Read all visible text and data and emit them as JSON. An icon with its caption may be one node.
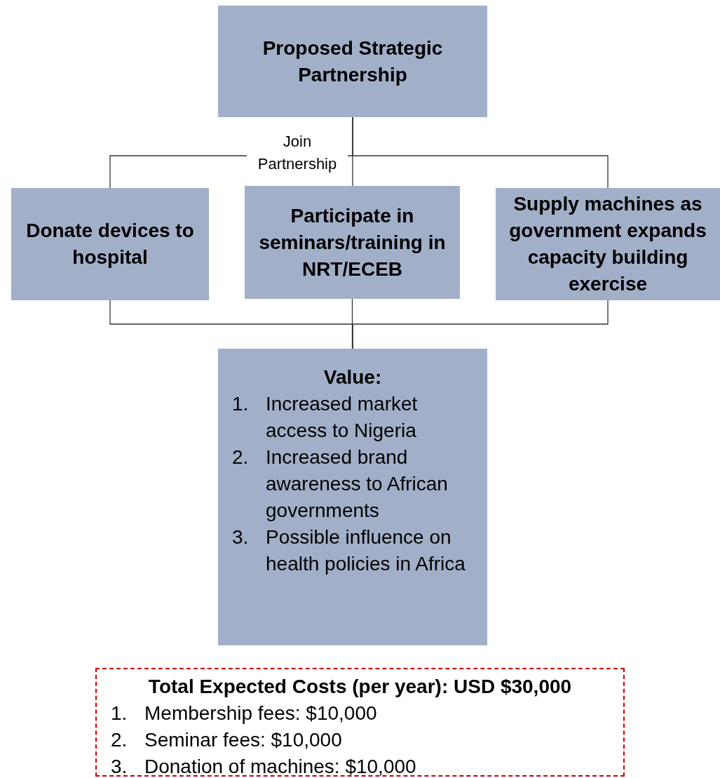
{
  "diagram": {
    "nodes": [
      {
        "text": [
          "Proposed Strategic Partnership"
        ]
      },
      {
        "text": [
          "Donate devices to hospital"
        ]
      },
      {
        "text": [
          "Participate in seminars/training in NRT/ECEB"
        ]
      },
      {
        "text": [
          "Supply machines as government expands capacity building exercise"
        ]
      },
      {
        "text": [
          "Value:",
          "1. Increased market access to Nigeria",
          "2. Increased brand awareness to African governments",
          "3. Possible influence on health policies in Africa"
        ]
      },
      {
        "text": [
          "Total Expected Costs (per year): USD $30,000",
          "1. Membership fees: $10,000",
          "2. Seminar fees: $10,000",
          "3. Donation of machines: $10,000"
        ]
      }
    ],
    "edges": [
      {
        "from": 0,
        "to": 1,
        "arrow": "none"
      },
      {
        "from": 0,
        "to": 2,
        "arrow": "none",
        "label": "Join Partnership"
      },
      {
        "from": 0,
        "to": 3,
        "arrow": "none"
      },
      {
        "from": 1,
        "to": 4,
        "arrow": "none"
      },
      {
        "from": 2,
        "to": 4,
        "arrow": "none"
      },
      {
        "from": 3,
        "to": 4,
        "arrow": "none"
      }
    ]
  }
}
